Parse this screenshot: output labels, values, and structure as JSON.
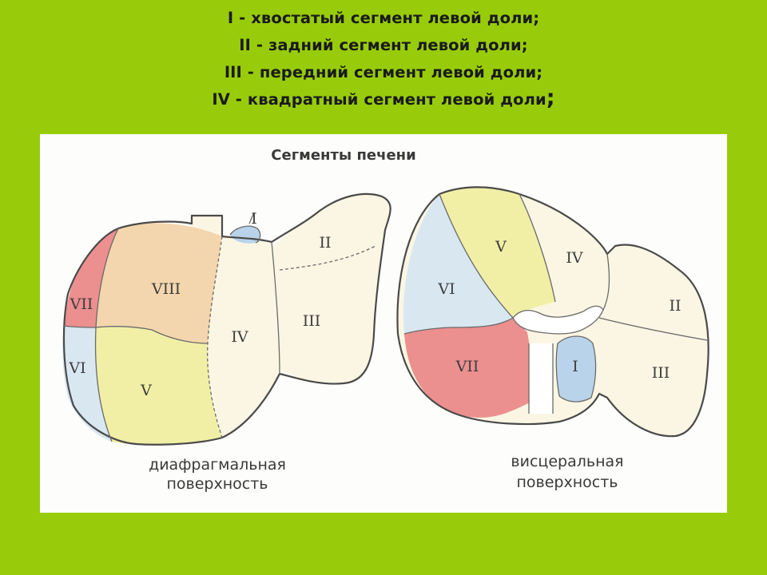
{
  "heading": {
    "line1": "I - хвостатый сегмент левой доли;",
    "line2": "II - задний сегмент левой доли;",
    "line3": "III - передний сегмент левой доли;",
    "line4_text": "IV - квадратный сегмент левой доли",
    "line4_end": ";"
  },
  "diagram": {
    "title": "Сегменты печени",
    "diaphragmatic": {
      "caption_line1": "диафрагмальная",
      "caption_line2": "поверхность",
      "labels": {
        "I": "I",
        "II": "II",
        "III": "III",
        "IV": "IV",
        "V": "V",
        "VI": "VI",
        "VII": "VII",
        "VIII": "VIII"
      }
    },
    "visceral": {
      "caption_line1": "висцеральная",
      "caption_line2": "поверхность",
      "labels": {
        "I": "I",
        "II": "II",
        "III": "III",
        "IV": "IV",
        "V": "V",
        "VI": "VI",
        "VII": "VII"
      }
    }
  },
  "colors": {
    "background": "#98cc0a",
    "segment_I": "#b9d3ea",
    "segment_V": "#f1efa6",
    "segment_VI": "#d9e7f1",
    "segment_VII": "#ec8f8f",
    "segment_VIII": "#f3d6ad",
    "segment_cream": "#fbf6e3"
  }
}
